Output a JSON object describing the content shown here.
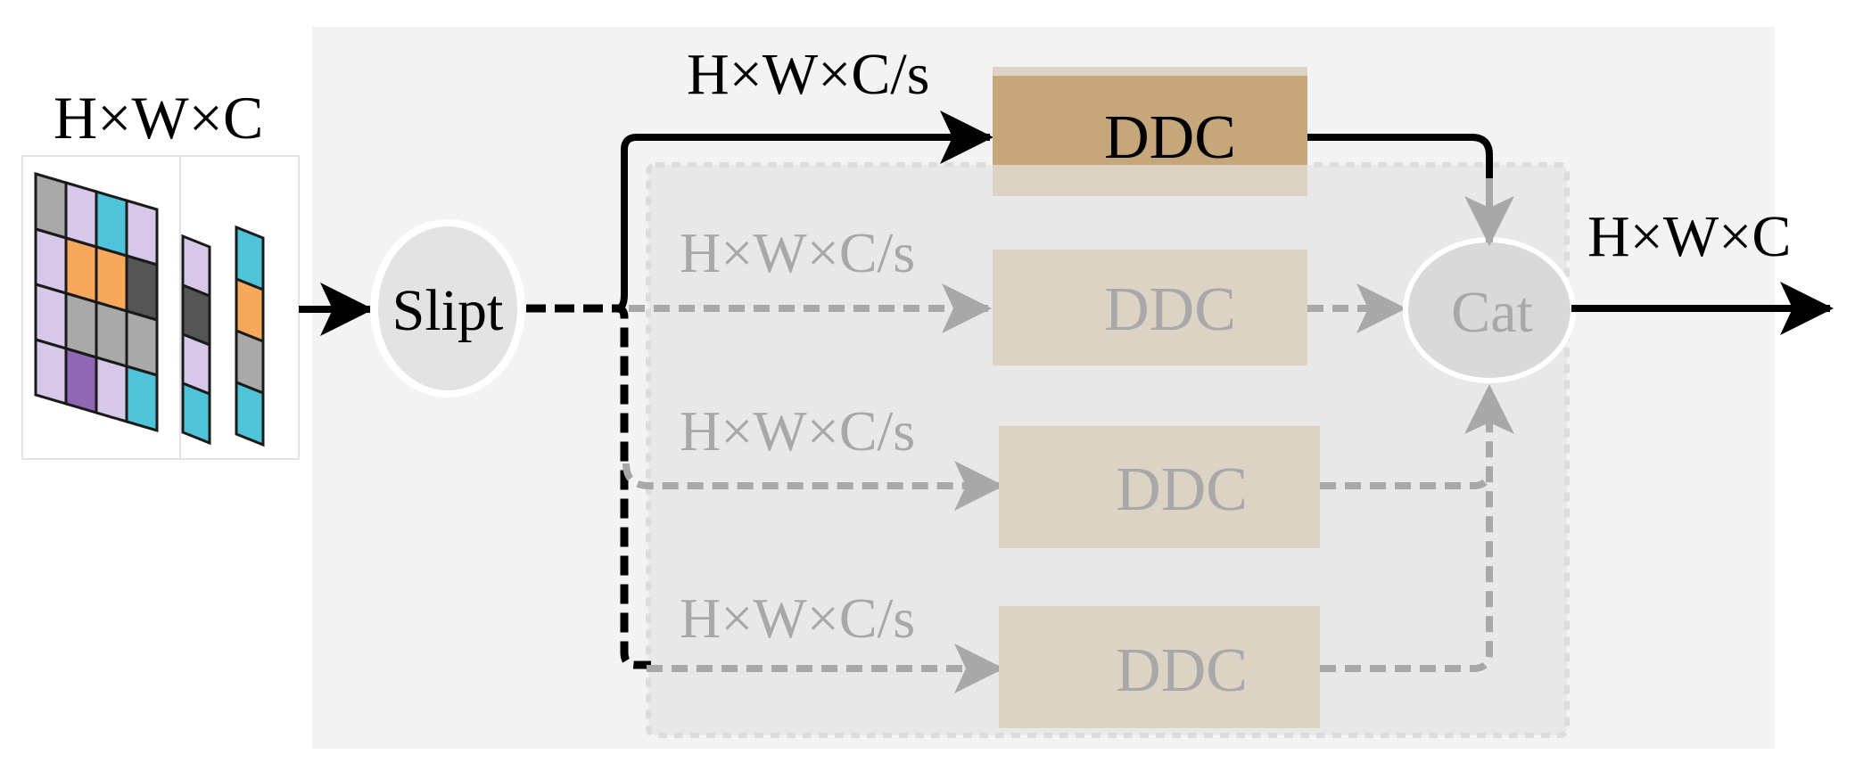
{
  "input": {
    "dims_label": "H×W×C"
  },
  "split_node": {
    "label": "Slipt"
  },
  "concat_node": {
    "label": "Cat"
  },
  "output": {
    "dims_label": "H×W×C"
  },
  "branches": [
    {
      "dims_label": "H×W×C/s",
      "block_label": "DDC",
      "active": true
    },
    {
      "dims_label": "H×W×C/s",
      "block_label": "DDC",
      "active": false
    },
    {
      "dims_label": "H×W×C/s",
      "block_label": "DDC",
      "active": false
    },
    {
      "dims_label": "H×W×C/s",
      "block_label": "DDC",
      "active": false
    }
  ],
  "colors": {
    "panel_bg": "#f3f3f3",
    "inner_panel_bg": "#e8e8e8",
    "active_block": "#c5a77b",
    "inactive_block": "#dcd3c5",
    "active_stroke": "#000000",
    "inactive_stroke": "#a8a8a8",
    "node_fill": "#e3e3e3",
    "cat_fill": "#d9d9d9"
  }
}
